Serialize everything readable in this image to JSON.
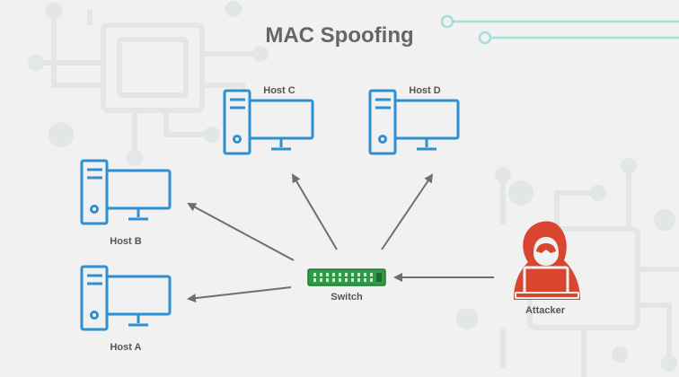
{
  "title": "MAC Spoofing",
  "colors": {
    "host_stroke": "#2e8fd1",
    "switch": "#2f9a45",
    "attacker": "#d9452f",
    "arrow": "#6f6f6f",
    "decor": "#d5dbdc",
    "accent_decor": "#9fdbd7"
  },
  "nodes": {
    "host_c": {
      "label": "Host C",
      "icon": "desktop-computer-icon"
    },
    "host_d": {
      "label": "Host D",
      "icon": "desktop-computer-icon"
    },
    "host_b": {
      "label": "Host B",
      "icon": "desktop-computer-icon"
    },
    "host_a": {
      "label": "Host A",
      "icon": "desktop-computer-icon"
    },
    "switch": {
      "label": "Switch",
      "icon": "network-switch-icon"
    },
    "attacker": {
      "label": "Attacker",
      "icon": "hooded-hacker-icon"
    }
  }
}
